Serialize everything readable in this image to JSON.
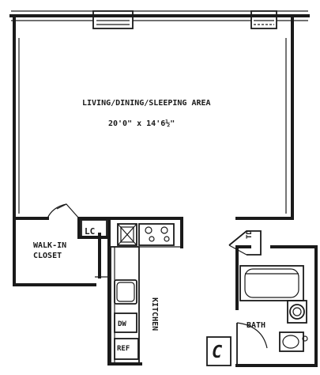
{
  "rooms": {
    "living": {
      "name": "LIVING/DINING/SLEEPING AREA",
      "dimensions": "20'0\" x 14'6½\""
    },
    "closet": {
      "line1": "WALK-IN",
      "line2": "CLOSET"
    },
    "kitchen": {
      "name": "KITCHEN"
    },
    "bath": {
      "name": "BATH"
    }
  },
  "fixtures": {
    "lc": "LC",
    "dw": "DW",
    "ref": "REF",
    "td": "TD",
    "c": "C"
  }
}
